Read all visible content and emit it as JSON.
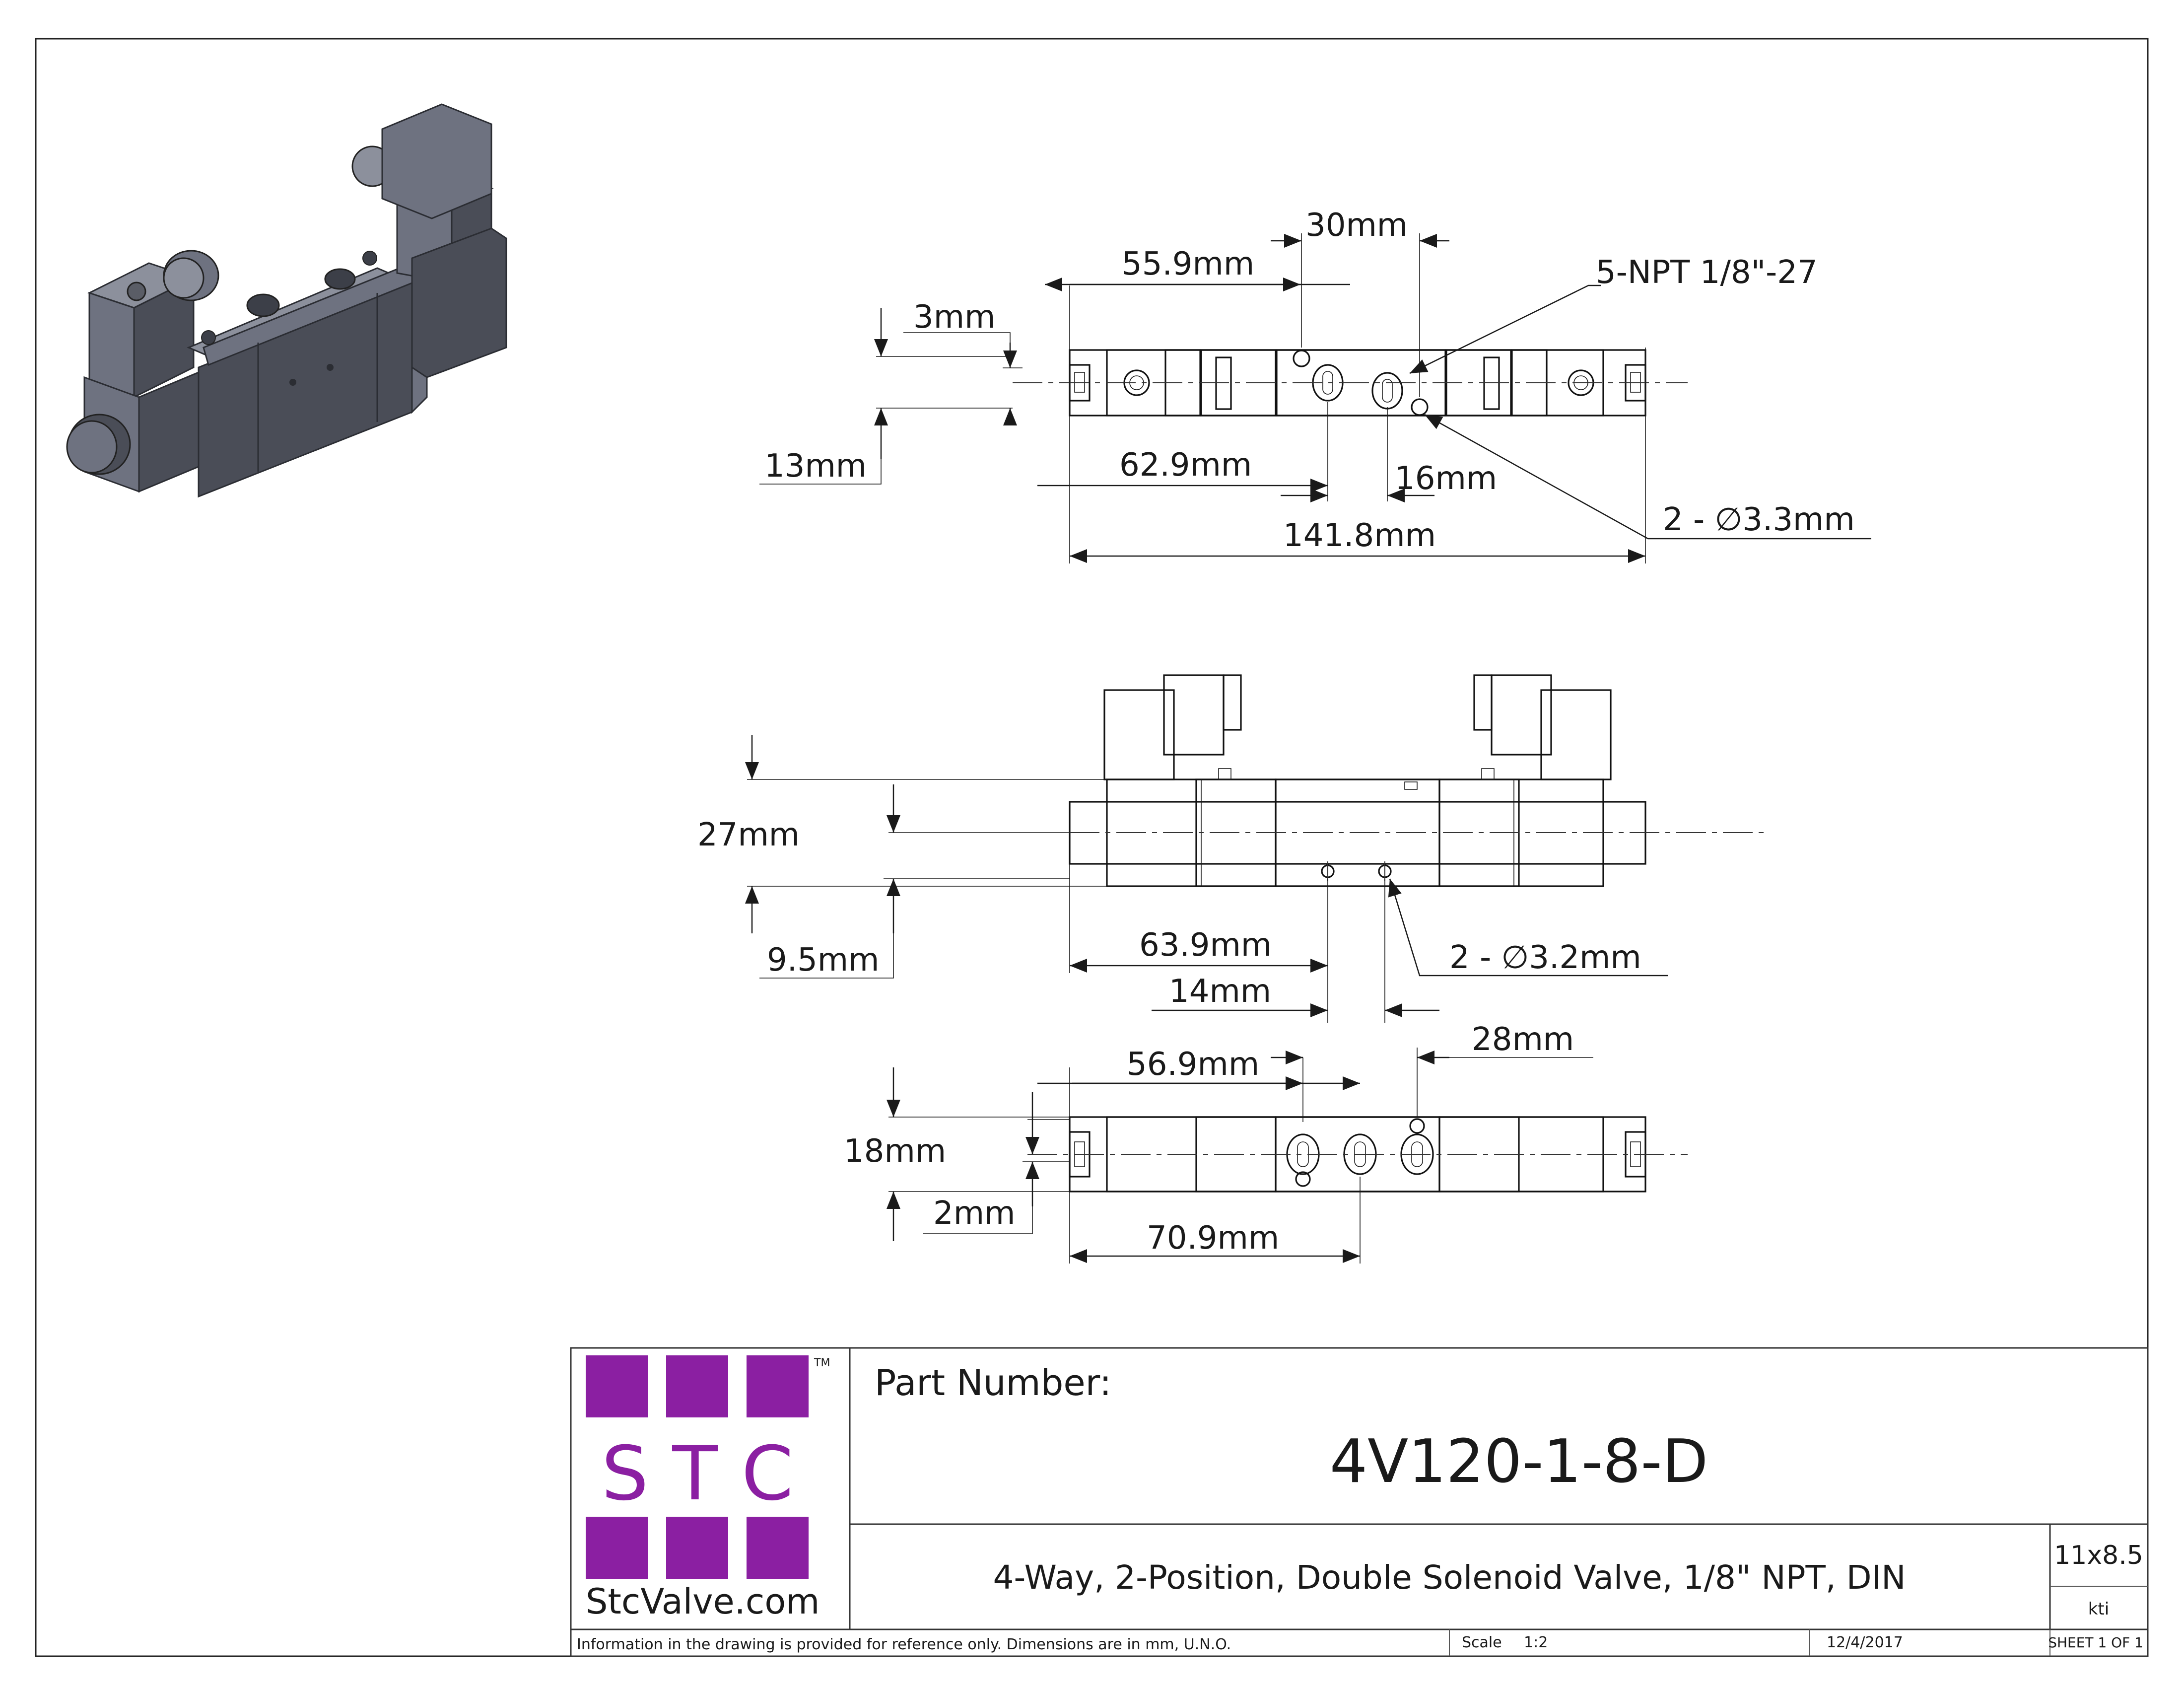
{
  "top_view": {
    "dims": {
      "d30": "30mm",
      "d55_9": "55.9mm",
      "d3": "3mm",
      "d13": "13mm",
      "d62_9": "62.9mm",
      "d16": "16mm",
      "d141_8": "141.8mm",
      "npt": "5-NPT 1/8\"-27",
      "hole": "2 - ∅3.3mm"
    }
  },
  "front_view": {
    "dims": {
      "d27": "27mm",
      "d9_5": "9.5mm",
      "d63_9": "63.9mm",
      "d14": "14mm",
      "hole": "2 - ∅3.2mm"
    }
  },
  "bottom_view": {
    "dims": {
      "d28": "28mm",
      "d56_9": "56.9mm",
      "d18": "18mm",
      "d2": "2mm",
      "d70_9": "70.9mm"
    }
  },
  "title_block": {
    "logo_letters": "S T C",
    "trademark": "TM",
    "website": "StcValve.com",
    "part_number_label": "Part Number:",
    "part_number": "4V120-1-8-D",
    "description": "4-Way, 2-Position, Double Solenoid Valve, 1/8\" NPT, DIN",
    "size": "11x8.5",
    "drawn_by": "kti",
    "note": "Information in the drawing is provided for reference only. Dimensions are in mm, U.N.O.",
    "scale_label": "Scale",
    "scale_value": "1:2",
    "date": "12/4/2017",
    "sheet": "SHEET 1 OF 1"
  },
  "colors": {
    "logo_purple": "#8b1fa2",
    "model_body": "#6e7280",
    "model_dark": "#4a4d57",
    "model_light": "#8c909c"
  }
}
